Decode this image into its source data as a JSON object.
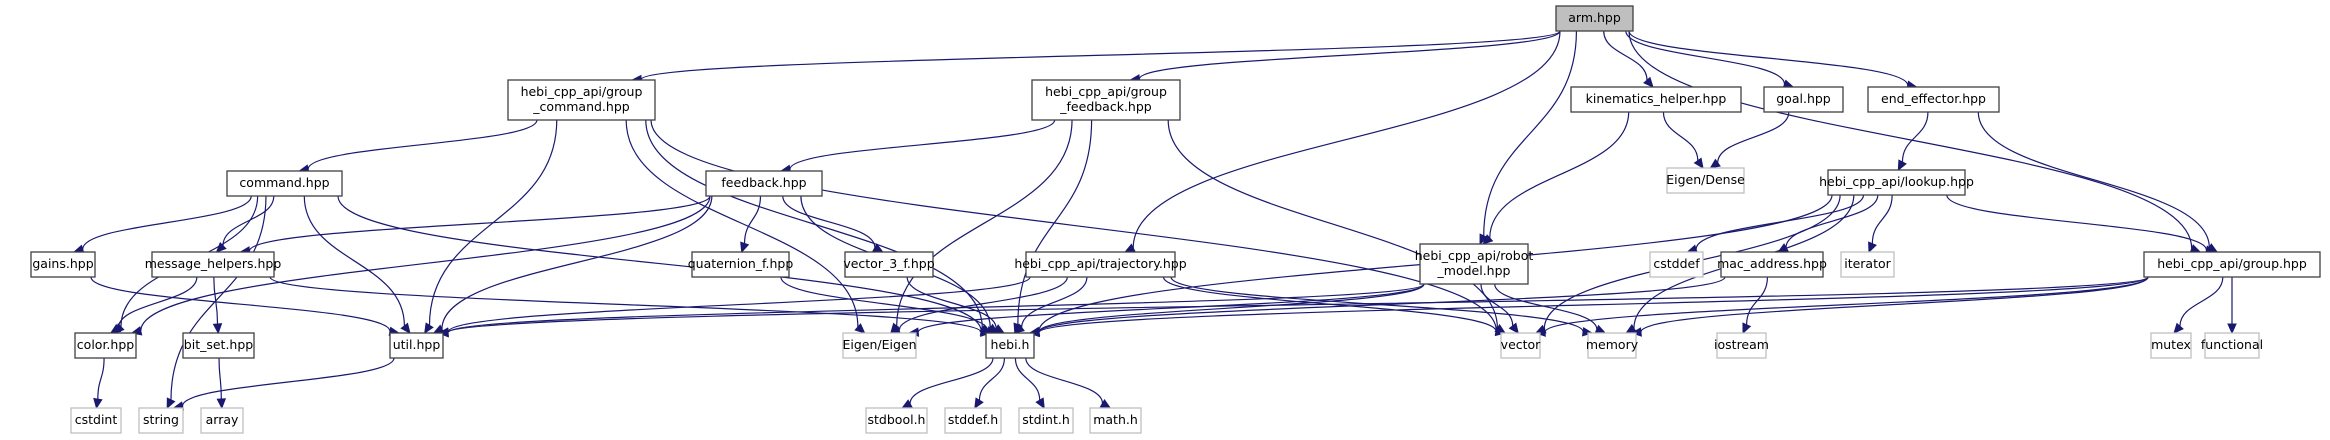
{
  "title": "arm.hpp include dependency graph",
  "colors": {
    "edge": "#191970",
    "root_fill": "#bfbfbf",
    "node_border": "#404040",
    "system_border": "#bfbfbf",
    "background": "#ffffff"
  },
  "nodes": [
    {
      "id": "arm",
      "lines": [
        "arm.hpp"
      ],
      "kind": "root"
    },
    {
      "id": "group_command",
      "lines": [
        "hebi_cpp_api/group",
        "_command.hpp"
      ],
      "kind": "file"
    },
    {
      "id": "group_feedback",
      "lines": [
        "hebi_cpp_api/group",
        "_feedback.hpp"
      ],
      "kind": "file"
    },
    {
      "id": "kinematics_helper",
      "lines": [
        "kinematics_helper.hpp"
      ],
      "kind": "file"
    },
    {
      "id": "goal",
      "lines": [
        "goal.hpp"
      ],
      "kind": "file"
    },
    {
      "id": "end_effector",
      "lines": [
        "end_effector.hpp"
      ],
      "kind": "file"
    },
    {
      "id": "command",
      "lines": [
        "command.hpp"
      ],
      "kind": "file"
    },
    {
      "id": "feedback",
      "lines": [
        "feedback.hpp"
      ],
      "kind": "file"
    },
    {
      "id": "eigen_dense",
      "lines": [
        "Eigen/Dense"
      ],
      "kind": "system"
    },
    {
      "id": "lookup",
      "lines": [
        "hebi_cpp_api/lookup.hpp"
      ],
      "kind": "file"
    },
    {
      "id": "gains",
      "lines": [
        "gains.hpp"
      ],
      "kind": "file"
    },
    {
      "id": "message_helpers",
      "lines": [
        "message_helpers.hpp"
      ],
      "kind": "file"
    },
    {
      "id": "quaternion_f",
      "lines": [
        "quaternion_f.hpp"
      ],
      "kind": "file"
    },
    {
      "id": "vector_3_f",
      "lines": [
        "vector_3_f.hpp"
      ],
      "kind": "file"
    },
    {
      "id": "trajectory",
      "lines": [
        "hebi_cpp_api/trajectory.hpp"
      ],
      "kind": "file"
    },
    {
      "id": "robot_model",
      "lines": [
        "hebi_cpp_api/robot",
        "_model.hpp"
      ],
      "kind": "file"
    },
    {
      "id": "cstddef",
      "lines": [
        "cstddef"
      ],
      "kind": "system"
    },
    {
      "id": "mac_address",
      "lines": [
        "mac_address.hpp"
      ],
      "kind": "file"
    },
    {
      "id": "iterator",
      "lines": [
        "iterator"
      ],
      "kind": "system"
    },
    {
      "id": "group",
      "lines": [
        "hebi_cpp_api/group.hpp"
      ],
      "kind": "file"
    },
    {
      "id": "color",
      "lines": [
        "color.hpp"
      ],
      "kind": "file"
    },
    {
      "id": "bit_set",
      "lines": [
        "bit_set.hpp"
      ],
      "kind": "file"
    },
    {
      "id": "util",
      "lines": [
        "util.hpp"
      ],
      "kind": "file"
    },
    {
      "id": "eigen_eigen",
      "lines": [
        "Eigen/Eigen"
      ],
      "kind": "system"
    },
    {
      "id": "hebi_h",
      "lines": [
        "hebi.h"
      ],
      "kind": "file"
    },
    {
      "id": "vector",
      "lines": [
        "vector"
      ],
      "kind": "system"
    },
    {
      "id": "memory",
      "lines": [
        "memory"
      ],
      "kind": "system"
    },
    {
      "id": "iostream",
      "lines": [
        "iostream"
      ],
      "kind": "system"
    },
    {
      "id": "mutex",
      "lines": [
        "mutex"
      ],
      "kind": "system"
    },
    {
      "id": "functional",
      "lines": [
        "functional"
      ],
      "kind": "system"
    },
    {
      "id": "cstdint",
      "lines": [
        "cstdint"
      ],
      "kind": "system"
    },
    {
      "id": "string",
      "lines": [
        "string"
      ],
      "kind": "system"
    },
    {
      "id": "array",
      "lines": [
        "array"
      ],
      "kind": "system"
    },
    {
      "id": "stdbool",
      "lines": [
        "stdbool.h"
      ],
      "kind": "system"
    },
    {
      "id": "stddef",
      "lines": [
        "stddef.h"
      ],
      "kind": "system"
    },
    {
      "id": "stdint",
      "lines": [
        "stdint.h"
      ],
      "kind": "system"
    },
    {
      "id": "math",
      "lines": [
        "math.h"
      ],
      "kind": "system"
    }
  ],
  "edges": [
    [
      "arm",
      "group_command"
    ],
    [
      "arm",
      "group_feedback"
    ],
    [
      "arm",
      "kinematics_helper"
    ],
    [
      "arm",
      "goal"
    ],
    [
      "arm",
      "end_effector"
    ],
    [
      "arm",
      "trajectory"
    ],
    [
      "arm",
      "robot_model"
    ],
    [
      "arm",
      "group"
    ],
    [
      "group_command",
      "command"
    ],
    [
      "group_command",
      "util"
    ],
    [
      "group_command",
      "eigen_eigen"
    ],
    [
      "group_command",
      "hebi_h"
    ],
    [
      "group_command",
      "vector"
    ],
    [
      "group_feedback",
      "feedback"
    ],
    [
      "group_feedback",
      "eigen_eigen"
    ],
    [
      "group_feedback",
      "hebi_h"
    ],
    [
      "group_feedback",
      "vector"
    ],
    [
      "kinematics_helper",
      "eigen_dense"
    ],
    [
      "kinematics_helper",
      "robot_model"
    ],
    [
      "goal",
      "eigen_dense"
    ],
    [
      "end_effector",
      "lookup"
    ],
    [
      "end_effector",
      "group"
    ],
    [
      "command",
      "gains"
    ],
    [
      "command",
      "message_helpers"
    ],
    [
      "command",
      "color"
    ],
    [
      "command",
      "util"
    ],
    [
      "command",
      "hebi_h"
    ],
    [
      "command",
      "string"
    ],
    [
      "feedback",
      "message_helpers"
    ],
    [
      "feedback",
      "quaternion_f"
    ],
    [
      "feedback",
      "vector_3_f"
    ],
    [
      "feedback",
      "color"
    ],
    [
      "feedback",
      "util"
    ],
    [
      "feedback",
      "hebi_h"
    ],
    [
      "lookup",
      "cstddef"
    ],
    [
      "lookup",
      "mac_address"
    ],
    [
      "lookup",
      "iterator"
    ],
    [
      "lookup",
      "group"
    ],
    [
      "lookup",
      "hebi_h"
    ],
    [
      "lookup",
      "vector"
    ],
    [
      "lookup",
      "memory"
    ],
    [
      "gains",
      "util"
    ],
    [
      "message_helpers",
      "color"
    ],
    [
      "message_helpers",
      "bit_set"
    ],
    [
      "message_helpers",
      "hebi_h"
    ],
    [
      "quaternion_f",
      "hebi_h"
    ],
    [
      "vector_3_f",
      "hebi_h"
    ],
    [
      "trajectory",
      "eigen_eigen"
    ],
    [
      "trajectory",
      "hebi_h"
    ],
    [
      "trajectory",
      "util"
    ],
    [
      "trajectory",
      "vector"
    ],
    [
      "trajectory",
      "memory"
    ],
    [
      "robot_model",
      "eigen_eigen"
    ],
    [
      "robot_model",
      "hebi_h"
    ],
    [
      "robot_model",
      "util"
    ],
    [
      "robot_model",
      "vector"
    ],
    [
      "robot_model",
      "memory"
    ],
    [
      "mac_address",
      "hebi_h"
    ],
    [
      "mac_address",
      "iostream"
    ],
    [
      "group",
      "hebi_h"
    ],
    [
      "group",
      "util"
    ],
    [
      "group",
      "vector"
    ],
    [
      "group",
      "memory"
    ],
    [
      "group",
      "mutex"
    ],
    [
      "group",
      "functional"
    ],
    [
      "color",
      "cstdint"
    ],
    [
      "bit_set",
      "array"
    ],
    [
      "util",
      "string"
    ],
    [
      "hebi_h",
      "stdbool"
    ],
    [
      "hebi_h",
      "stddef"
    ],
    [
      "hebi_h",
      "stdint"
    ],
    [
      "hebi_h",
      "math"
    ]
  ]
}
